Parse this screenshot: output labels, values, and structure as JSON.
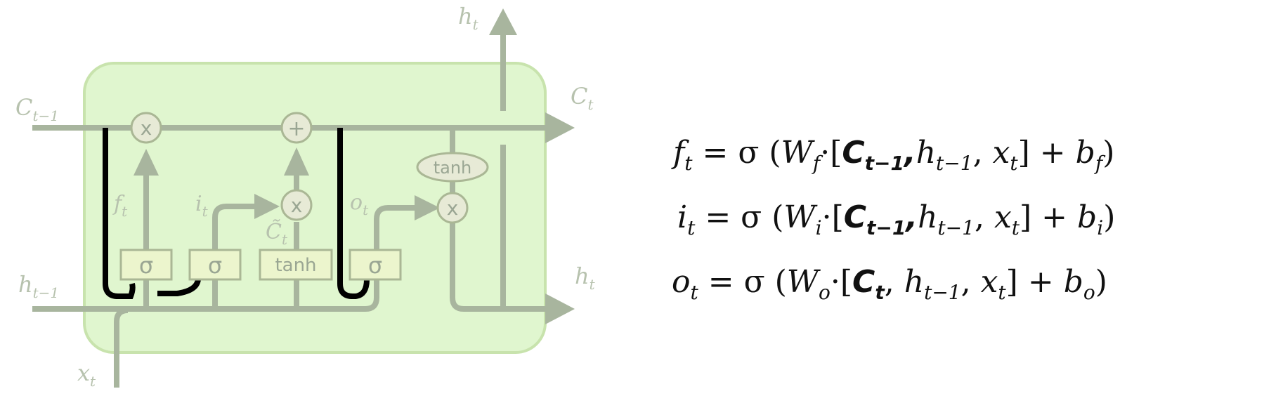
{
  "colors": {
    "cell_fill": "#e0f6cf",
    "cell_stroke": "#c8e3ad",
    "line": "#a8b59e",
    "gate_fill": "#ecf5cd",
    "gate_stroke": "#aab795",
    "peephole": "#000000",
    "equation_text": "#111111"
  },
  "diagram": {
    "labels": {
      "c_prev": "C",
      "c_prev_sub": "t−1",
      "h_prev": "h",
      "h_prev_sub": "t−1",
      "x_in": "x",
      "x_in_sub": "t",
      "h_top": "h",
      "h_top_sub": "t",
      "c_out": "C",
      "c_out_sub": "t",
      "h_out": "h",
      "h_out_sub": "t",
      "f": "f",
      "f_sub": "t",
      "i": "i",
      "i_sub": "t",
      "c_tilde": "C̃",
      "c_tilde_sub": "t",
      "o": "o",
      "o_sub": "t"
    },
    "ops": {
      "multiply": "x",
      "add": "+",
      "tanh": "tanh"
    },
    "gates": {
      "sigma": "σ",
      "tanh": "tanh"
    }
  },
  "equations": [
    {
      "lhs": "f",
      "lhs_sub": "t",
      "eq": " = σ (",
      "w": "W",
      "w_sub": "f",
      "dot": "·[",
      "c": "C",
      "c_sub": "t−1",
      "comma": ",",
      "h": "h",
      "h_sub": "t−1",
      "sep": ", ",
      "x": "x",
      "x_sub": "t",
      "close": "]  +  ",
      "b": "b",
      "b_sub": "f",
      "end": ")"
    },
    {
      "lhs": "i",
      "lhs_sub": "t",
      "eq": " = σ (",
      "w": "W",
      "w_sub": "i",
      "dot": "·[",
      "c": "C",
      "c_sub": "t−1",
      "comma": ",",
      "h": "h",
      "h_sub": "t−1",
      "sep": ", ",
      "x": "x",
      "x_sub": "t",
      "close": "]  +  ",
      "b": "b",
      "b_sub": "i",
      "end": ")"
    },
    {
      "lhs": "o",
      "lhs_sub": "t",
      "eq": " = σ (",
      "w": "W",
      "w_sub": "o",
      "dot": "·[",
      "c": "C",
      "c_sub": "t",
      "comma": ", ",
      "h": "h",
      "h_sub": "t−1",
      "sep": ", ",
      "x": "x",
      "x_sub": "t",
      "close": "]  +  ",
      "b": "b",
      "b_sub": "o",
      "end": ")"
    }
  ]
}
